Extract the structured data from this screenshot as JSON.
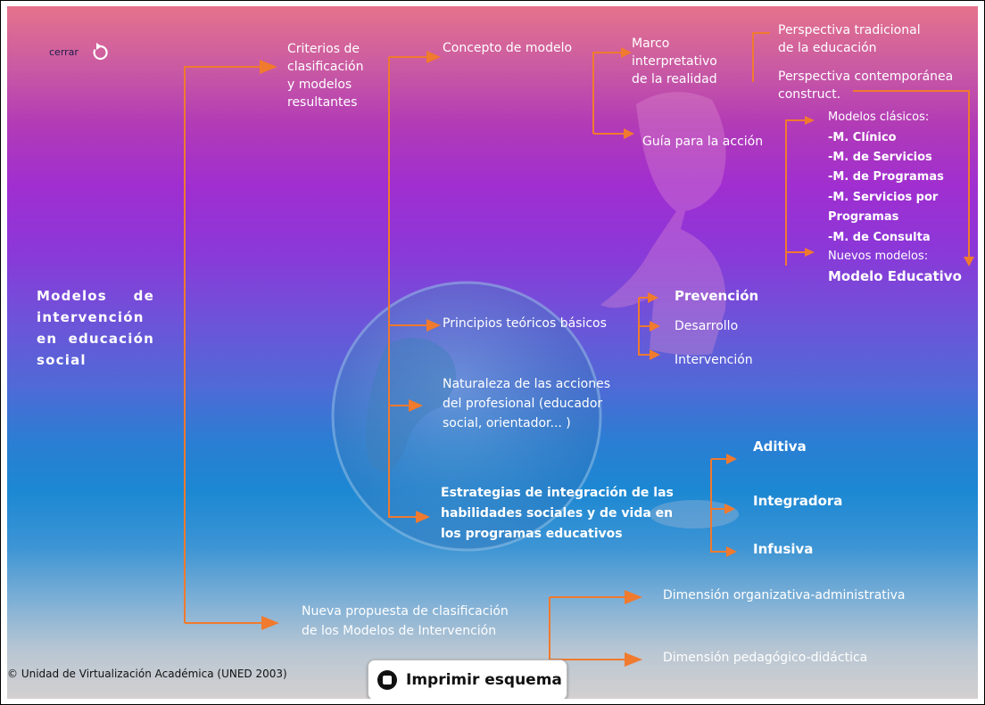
{
  "close": {
    "label": "cerrar"
  },
  "title": "Modelos de intervención en educación social",
  "nodes": {
    "criterios": "Criterios de\nclasificación\ny modelos\nresultantes",
    "concepto": "Concepto de modelo",
    "marco": "Marco\ninterpretativo\nde la realidad",
    "guia": "Guía para la acción",
    "persp_trad": "Perspectiva tradicional\nde la educación",
    "persp_cont": "Perspectiva contemporánea\nconstruct.",
    "modelos_clasicos": "Modelos clásicos:",
    "m_clinico": "-M. Clínico",
    "m_servicios": "-M. de Servicios",
    "m_programas": "-M. de Programas",
    "m_serv_prog": "-M. Servicios por\nProgramas",
    "m_consulta": "-M. de Consulta",
    "nuevos_modelos": "Nuevos modelos:",
    "modelo_educativo": "Modelo Educativo",
    "principios": "Principios teóricos básicos",
    "prevencion": "Prevención",
    "desarrollo": "Desarrollo",
    "intervencion": "Intervención",
    "naturaleza": "Naturaleza de las acciones\ndel profesional (educador\nsocial, orientador... )",
    "estrategias": "Estrategias de integración de las\nhabilidades sociales y de vida en\nlos programas educativos",
    "aditiva": "Aditiva",
    "integradora": "Integradora",
    "infusiva": "Infusiva",
    "nueva_propuesta": "Nueva propuesta de clasificación\nde los Modelos de Intervención",
    "dim_org": "Dimensión organizativa-administrativa",
    "dim_ped": "Dimensión pedagógico-didáctica"
  },
  "footer": {
    "copyright": "© Unidad de Virtualización Académica (UNED 2003)"
  },
  "print": {
    "label": "Imprimir esquema"
  },
  "colors": {
    "connector": "#f07a2e",
    "text": "#ffffff"
  }
}
